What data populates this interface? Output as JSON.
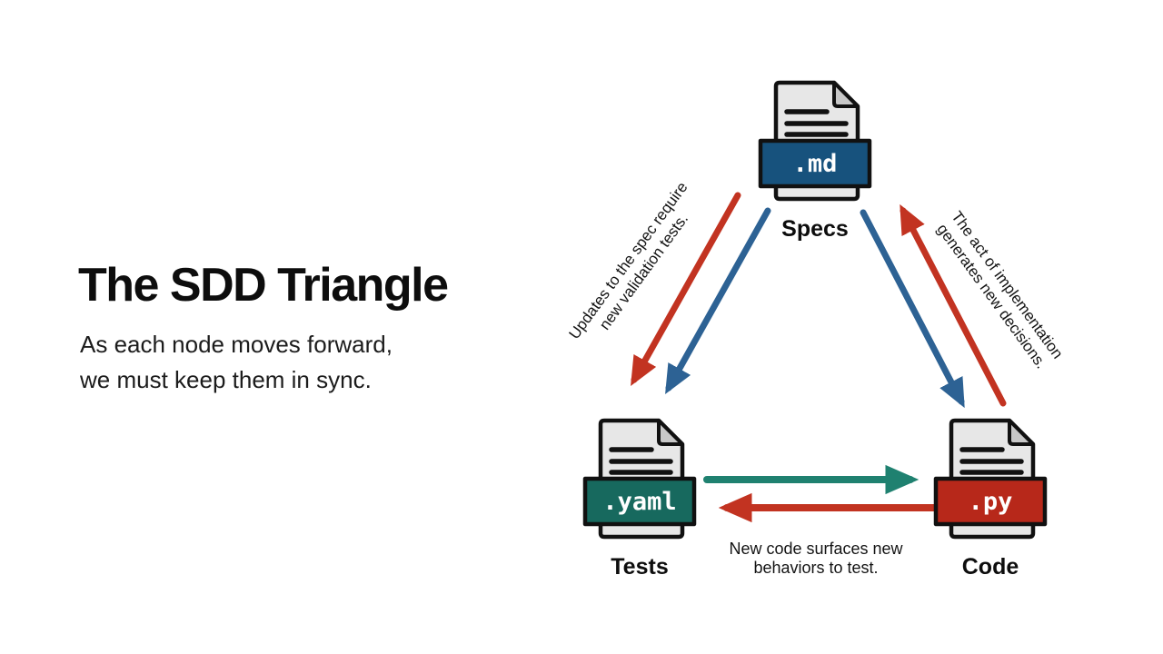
{
  "page": {
    "background": "#ffffff"
  },
  "left_panel": {
    "title": "The SDD Triangle",
    "subtitle_line1": "As each node moves forward,",
    "subtitle_line2": "we must keep them in sync."
  },
  "diagram": {
    "nodes": {
      "specs": {
        "extension": ".md",
        "label": "Specs",
        "banner_color": "#17527d"
      },
      "tests": {
        "extension": ".yaml",
        "label": "Tests",
        "banner_color": "#17695e"
      },
      "code": {
        "extension": ".py",
        "label": "Code",
        "banner_color": "#b7281a"
      }
    },
    "edge_labels": {
      "specs_to_tests": {
        "line1": "Updates to the spec require",
        "line2": "new validation tests."
      },
      "code_to_specs": {
        "line1": "The act of implementation",
        "line2": "generates new decisions."
      },
      "code_to_tests": {
        "line1": "New code surfaces new",
        "line2": "behaviors to test."
      }
    },
    "colors": {
      "red_arrow": "#c23321",
      "blue_arrow": "#2d6294",
      "teal_arrow": "#1f8170",
      "outline": "#111111"
    }
  }
}
